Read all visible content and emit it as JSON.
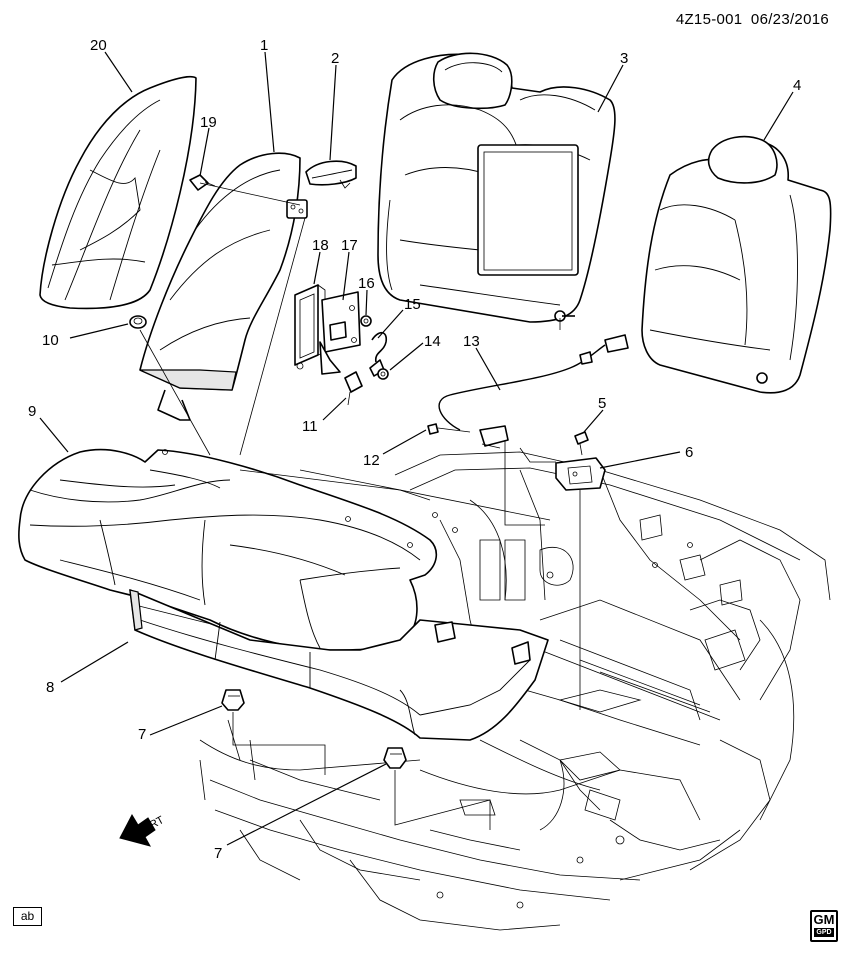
{
  "header": {
    "code": "4Z15-001",
    "date": "06/23/2016"
  },
  "callouts": {
    "c1": "1",
    "c2": "2",
    "c3": "3",
    "c4": "4",
    "c5": "5",
    "c6": "6",
    "c7a": "7",
    "c7b": "7",
    "c8": "8",
    "c9": "9",
    "c10": "10",
    "c11": "11",
    "c12": "12",
    "c13": "13",
    "c14": "14",
    "c15": "15",
    "c16": "16",
    "c17": "17",
    "c18": "18",
    "c19": "19",
    "c20": "20"
  },
  "front_arrow": {
    "label": "FRT"
  },
  "footer": {
    "badge": "ab",
    "logo_top": "GM",
    "logo_bottom": "GPD"
  }
}
